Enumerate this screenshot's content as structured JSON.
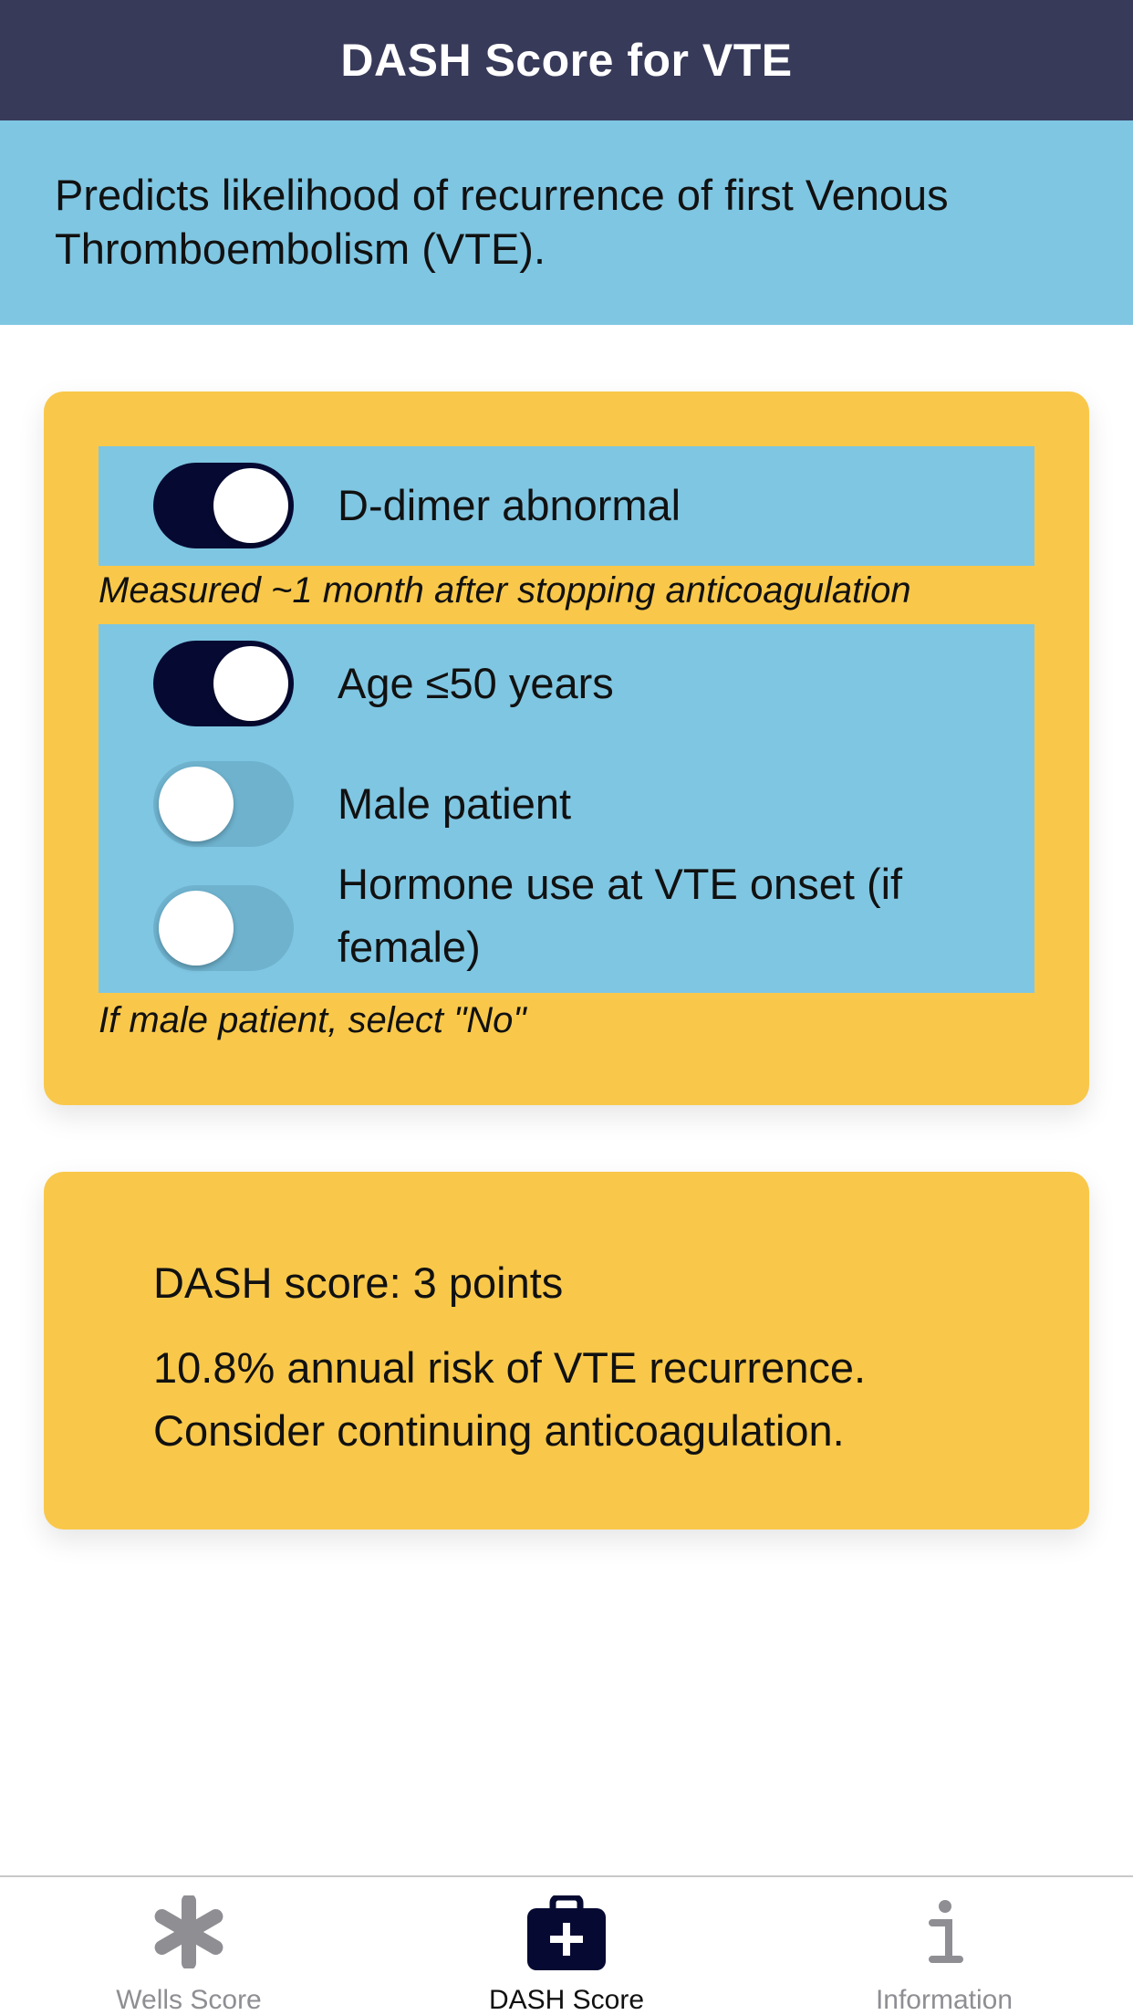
{
  "header": {
    "title": "DASH Score for VTE"
  },
  "description": "Predicts likelihood of recurrence of first Venous Thromboembolism (VTE).",
  "inputs": {
    "ddimer": {
      "label": "D-dimer abnormal",
      "on": true
    },
    "ddimer_note": "Measured ~1 month after stopping anticoagulation",
    "age": {
      "label": "Age ≤50 years",
      "on": true
    },
    "male": {
      "label": "Male patient",
      "on": false
    },
    "hormone": {
      "label": "Hormone use at VTE onset (if female)",
      "on": false
    },
    "hormone_note": "If male patient, select \"No\""
  },
  "result": {
    "score": "DASH score: 3 points",
    "interpretation": "10.8% annual risk of VTE recurrence. Consider continuing anticoagulation."
  },
  "tabs": [
    {
      "label": "Wells Score",
      "icon": "asterisk-icon",
      "active": false
    },
    {
      "label": "DASH Score",
      "icon": "medical-kit-icon",
      "active": true
    },
    {
      "label": "Information",
      "icon": "info-icon",
      "active": false
    }
  ],
  "colors": {
    "navbar": "#383a5a",
    "panel_blue": "#7fc6e2",
    "card_yellow": "#f9c84a",
    "toggle_on": "#060a32"
  }
}
